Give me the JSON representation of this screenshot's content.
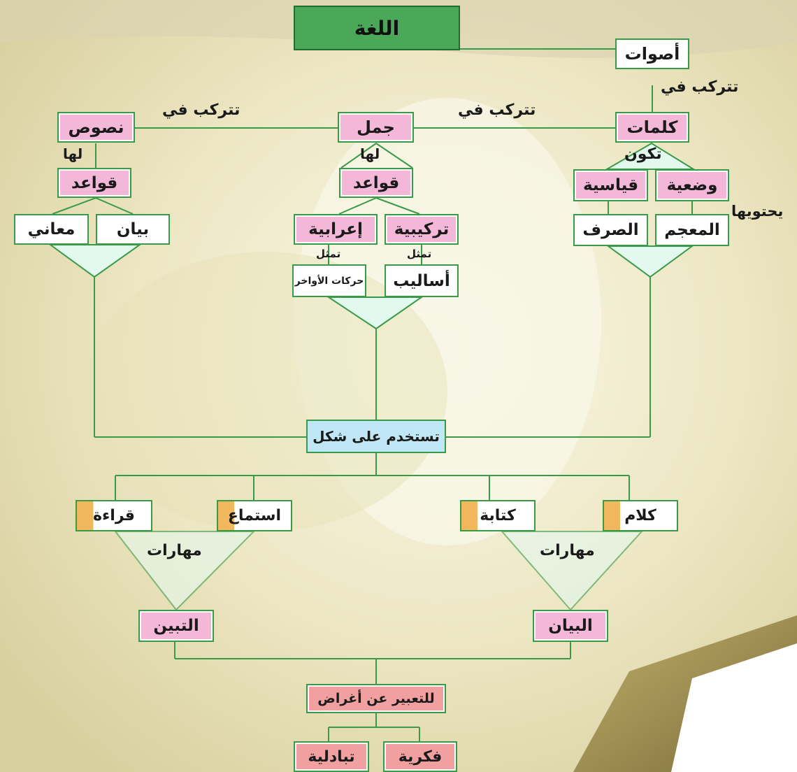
{
  "nodes": {
    "root": "اللغة",
    "sounds": "أصوات",
    "words": "كلمات",
    "sentences": "جمل",
    "texts": "نصوص",
    "rules_sentences": "قواعد",
    "rules_texts": "قواعد",
    "qiyasiya": "قياسية",
    "wadiya": "وضعية",
    "sarf": "الصرف",
    "muajam": "المعجم",
    "irabiya": "إعرابية",
    "tarkibiya": "تركيبية",
    "harakat": "حركات الأواخر",
    "asalib": "أساليب",
    "maani": "معاني",
    "bayan_rhet": "بيان",
    "usage": "تستخدم على شكل",
    "reading": "قراءة",
    "listening": "استماع",
    "writing": "كتابة",
    "speaking": "كلام",
    "tabayyun": "التبين",
    "albayan": "البيان",
    "purposes": "للتعبير عن أغراض",
    "intellectual": "فكرية",
    "exchange": "تبادلية"
  },
  "labels": {
    "composed_in_1": "تتركب في",
    "composed_in_2": "تتركب في",
    "composed_in_3": "تتركب في",
    "has_1": "لها",
    "has_2": "لها",
    "consists": "تكون",
    "contains": "يحتويها",
    "represents_1": "تمثل",
    "represents_2": "تمثل",
    "skills_1": "مهارات",
    "skills_2": "مهارات"
  },
  "colors": {
    "border": "#3a9a48",
    "pink": "#f3b8d8",
    "cyan": "#bfe7f5",
    "red": "#f0a0a0",
    "orange": "#f2b85e",
    "mint": "#e3f8ee",
    "root_green": "#4aa858"
  }
}
